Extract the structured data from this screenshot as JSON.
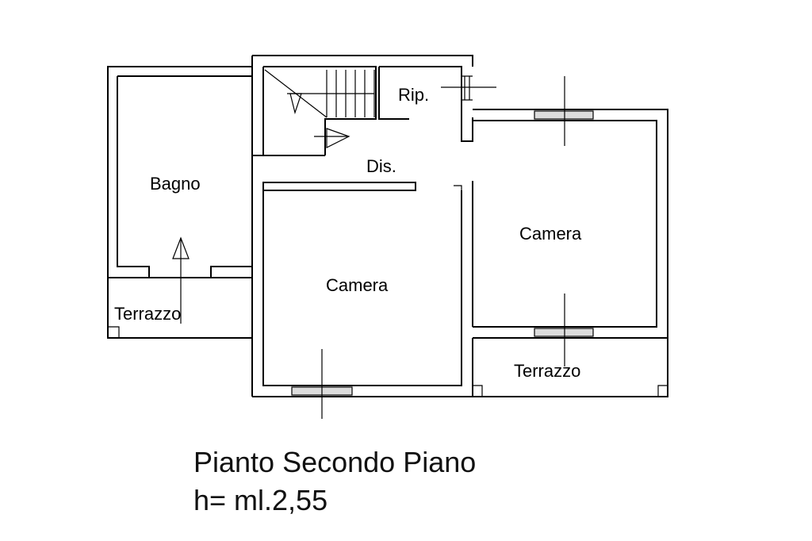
{
  "rooms": {
    "bagno": "Bagno",
    "camera_left": "Camera",
    "camera_right": "Camera",
    "terrazzo_left": "Terrazzo",
    "terrazzo_right": "Terrazzo",
    "ripostiglio": "Rip.",
    "disimpegno": "Dis."
  },
  "caption": {
    "title": "Pianto Secondo Piano",
    "height": "h= ml.2,55"
  }
}
